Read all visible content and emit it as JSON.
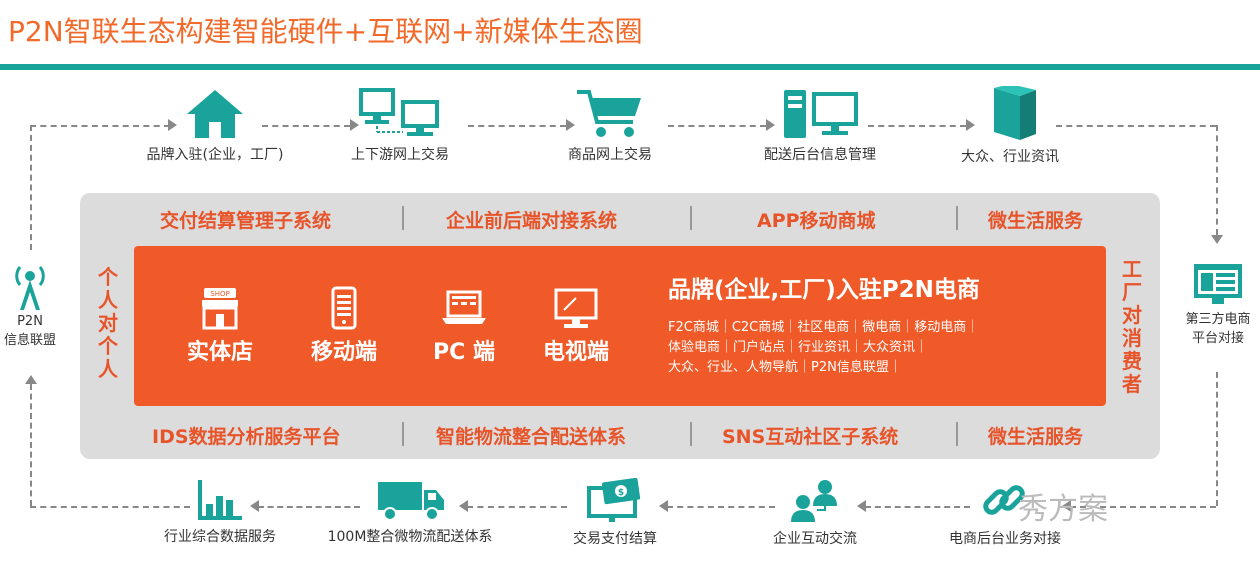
{
  "title": "P2N智联生态构建智能硬件+互联网+新媒体生态圈",
  "top_nodes": [
    {
      "icon": "house-icon",
      "label": "品牌入驻(企业，工厂)"
    },
    {
      "icon": "two-monitors-icon",
      "label": "上下游网上交易"
    },
    {
      "icon": "shopping-cart-icon",
      "label": "商品网上交易"
    },
    {
      "icon": "server-monitor-icon",
      "label": "配送后台信息管理"
    },
    {
      "icon": "book-icon",
      "label": "大众、行业资讯"
    }
  ],
  "bottom_nodes": [
    {
      "icon": "bar-chart-icon",
      "label": "行业综合数据服务"
    },
    {
      "icon": "truck-icon",
      "label": "100M整合微物流配送体系"
    },
    {
      "icon": "payment-screen-icon",
      "label": "交易支付结算"
    },
    {
      "icon": "people-chat-icon",
      "label": "企业互动交流"
    },
    {
      "icon": "chain-link-icon",
      "label": "电商后台业务对接"
    }
  ],
  "left_node": {
    "icon": "signal-tower-icon",
    "label_line1": "P2N",
    "label_line2": "信息联盟"
  },
  "right_node": {
    "icon": "platform-screen-icon",
    "label_line1": "第三方电商",
    "label_line2": "平台对接"
  },
  "gray_top_row": [
    "交付结算管理子系统",
    "企业前后端对接系统",
    "APP移动商城",
    "微生活服务"
  ],
  "gray_bottom_row": [
    "IDS数据分析服务平台",
    "智能物流整合配送体系",
    "SNS互动社区子系统",
    "微生活服务"
  ],
  "left_vertical": "个人对个人",
  "right_vertical": "工厂对消费者",
  "devices": [
    {
      "icon": "shop-icon",
      "label": "实体店"
    },
    {
      "icon": "mobile-icon",
      "label": "移动端"
    },
    {
      "icon": "laptop-icon",
      "label": "PC 端"
    },
    {
      "icon": "tv-icon",
      "label": "电视端"
    }
  ],
  "brand_title": "品牌(企业,工厂)入驻P2N电商",
  "brand_lines": [
    "F2C商城｜C2C商城｜社区电商｜微电商｜移动电商｜",
    "体验电商｜门户站点｜行业资讯｜大众资讯｜",
    "大众、行业、人物导航｜P2N信息联盟｜"
  ],
  "watermark": "秀方案",
  "colors": {
    "accent": "#f05a28",
    "teal": "#1aa39a",
    "icon": "#1aa39a",
    "panel": "#dcdcdc"
  }
}
